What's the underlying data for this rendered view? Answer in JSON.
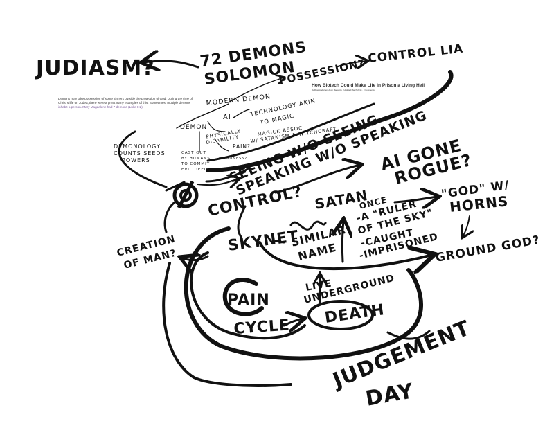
{
  "colors": {
    "ink": "#111111",
    "paper": "#ffffff",
    "snippet_text": "#333333",
    "snippet_link": "#7a5a9a"
  },
  "snippet_left": {
    "line1": "Demons may take possession of some sinners outside the protection of God. During the time of",
    "line2": "Christ's life on Judea, there were a great many examples of this. Sometimes, multiple demons",
    "line3": "inhabit a person. Mary Magdalene had 7 demons (Luke 8:2)."
  },
  "snippet_right": {
    "headline": "How Biotech Could Make Life in Prison a Living Hell",
    "byline": "By Ross Andersen, Aeon Magazine · Updated March 2014 · 0 Comments"
  },
  "notes": {
    "judiasm": "JUDIASM?",
    "demons72": "72 DEMONS",
    "solomon": "SOLOMON",
    "possession": "POSSESSION?",
    "control_lia": "CONTROL LIA",
    "modern_demon": "MODERN DEMON",
    "technology": "TECHNOLOGY AKIN",
    "to_magic": "TO MAGIC",
    "ai": "AI",
    "magick1": "MAGICK ASSOC",
    "magick2": "W/ SATANISM & WITCHCRAFT",
    "demon": "DEMON",
    "demonology1": "DEMONOLOGY",
    "demonology2": "COUNTS SEEDS",
    "demonology3": "POWERS",
    "physical1": "PHYSICALLY",
    "physical2": "DISABILITY",
    "pain_q": "PAIN?",
    "cast1": "CAST OUT",
    "cast2": "BY HUMANS",
    "cast3": "TO COMMIT",
    "cast4": "EVIL DEEDS",
    "small_q": "BLINDNESS?",
    "seeing1": "SEEING W/O SEEING",
    "seeing2": "SPEAKING W/O SPEAKING",
    "ai_rogue1": "AI GONE",
    "ai_rogue2": "ROGUE?",
    "control": "CONTROL?",
    "satan": "SATAN",
    "once": "ONCE",
    "ruler1": "-A \"RULER",
    "ruler2": "OF THE SKY\"",
    "caught": "-CAUGHT",
    "imprisoned": "-IMPRISONED",
    "god_horns1": "\"GOD\" W/",
    "god_horns2": "HORNS",
    "ground_god": "GROUND GOD?",
    "creation1": "CREATION",
    "creation2": "OF MAN?",
    "skynet": "SKYNET",
    "similar1": "SIMILAR",
    "similar2": "NAME",
    "live1": "LIVE",
    "live2": "UNDERGROUND",
    "pain": "PAIN",
    "cycle": "CYCLE",
    "death": "DEATH",
    "judgement1": "JUDGEMENT",
    "judgement2": "DAY"
  }
}
